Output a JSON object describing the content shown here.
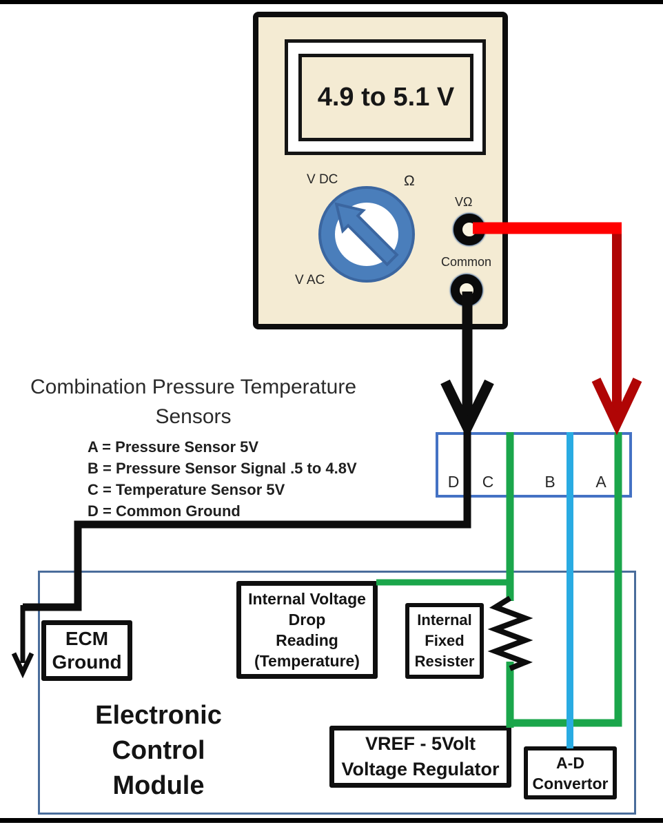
{
  "colors": {
    "wire_red": "#FF0000",
    "wire_red_dark": "#B00505",
    "wire_black": "#0D0D0D",
    "wire_green": "#1BA64B",
    "wire_blue": "#29ABE2",
    "meter_body": "#F4EBD3",
    "dial_blue": "#4A7EBB",
    "dial_blue_dark": "#3B66A0",
    "connector_border": "#4472C4",
    "ecm_border": "#4A6D9B"
  },
  "meter": {
    "display_reading": "4.9 to 5.1 V",
    "dial": {
      "label_vdc": "V DC",
      "label_ohm": "Ω",
      "label_vac": "V AC"
    },
    "jacks": {
      "vohm_label": "VΩ",
      "common_label": "Common"
    }
  },
  "sensors": {
    "title_line1": "Combination Pressure Temperature",
    "title_line2": "Sensors",
    "legend": [
      "A = Pressure Sensor 5V",
      "B = Pressure Sensor Signal .5 to 4.8V",
      "C = Temperature Sensor 5V",
      "D = Common Ground"
    ]
  },
  "connector": {
    "pins": [
      "D",
      "C",
      "B",
      "A"
    ]
  },
  "ecm": {
    "title": [
      "Electronic",
      "Control",
      "Module"
    ],
    "ecm_ground": [
      "ECM",
      "Ground"
    ],
    "internal_voltage_drop": [
      "Internal Voltage",
      "Drop",
      "Reading",
      "(Temperature)"
    ],
    "internal_fixed_resistor": [
      "Internal",
      "Fixed",
      "Resister"
    ],
    "vref": [
      "VREF - 5Volt",
      "Voltage Regulator"
    ],
    "ad_convertor": [
      "A-D",
      "Convertor"
    ]
  }
}
